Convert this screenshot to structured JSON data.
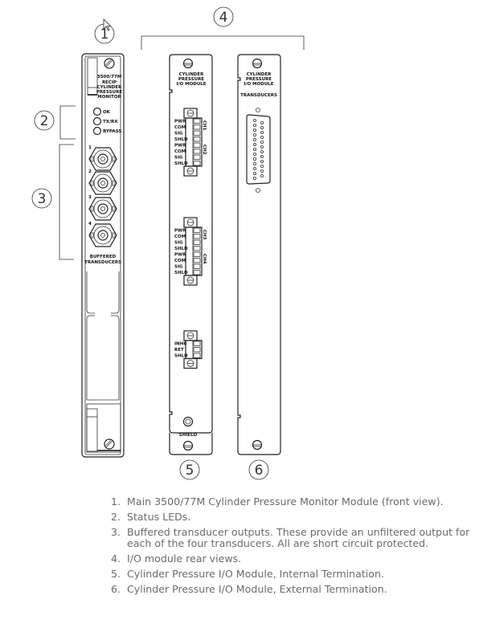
{
  "callouts": [
    "1",
    "2",
    "3",
    "4",
    "5",
    "6"
  ],
  "front_module": {
    "header_label": [
      "3500/77M",
      "RECIP",
      "CYLINDER",
      "PRESSURE",
      "MONITOR"
    ],
    "leds": [
      "OK",
      "TX/RX",
      "BYPASS"
    ],
    "bnc_numbers": [
      "1",
      "2",
      "3",
      "4"
    ],
    "bnc_label": [
      "BUFFERED",
      "TRANSDUCERS"
    ]
  },
  "io_internal": {
    "title": [
      "CYLINDER",
      "PRESSURE",
      "I/O MODULE"
    ],
    "connector1_pins": [
      "PWR",
      "COM",
      "SIG",
      "SHLD",
      "PWR",
      "COM",
      "SIG",
      "SHLD"
    ],
    "connector1_channels": [
      "CH1",
      "CH2"
    ],
    "connector2_pins": [
      "PWR",
      "COM",
      "SIG",
      "SHLD",
      "PWR",
      "COM",
      "SIG",
      "SHLD"
    ],
    "connector2_channels": [
      "CH3",
      "CH4"
    ],
    "connector3_pins": [
      "INHB",
      "RET",
      "SHLD"
    ],
    "shield_label": "SHIELD"
  },
  "io_external": {
    "title": [
      "CYLINDER",
      "PRESSURE",
      "I/O MODULE"
    ],
    "connector_label": "TRANSDUCERS"
  },
  "legend": [
    {
      "num": "1.",
      "text": "Main 3500/77M Cylinder Pressure Monitor Module (front view)."
    },
    {
      "num": "2.",
      "text": "Status LEDs."
    },
    {
      "num": "3.",
      "text": "Buffered transducer outputs. These provide an unfiltered output for each of the four transducers. All are short circuit protected."
    },
    {
      "num": "4.",
      "text": "I/O module rear views."
    },
    {
      "num": "5.",
      "text": "Cylinder Pressure I/O Module, Internal Termination."
    },
    {
      "num": "6.",
      "text": "Cylinder Pressure I/O Module, External Termination."
    }
  ]
}
